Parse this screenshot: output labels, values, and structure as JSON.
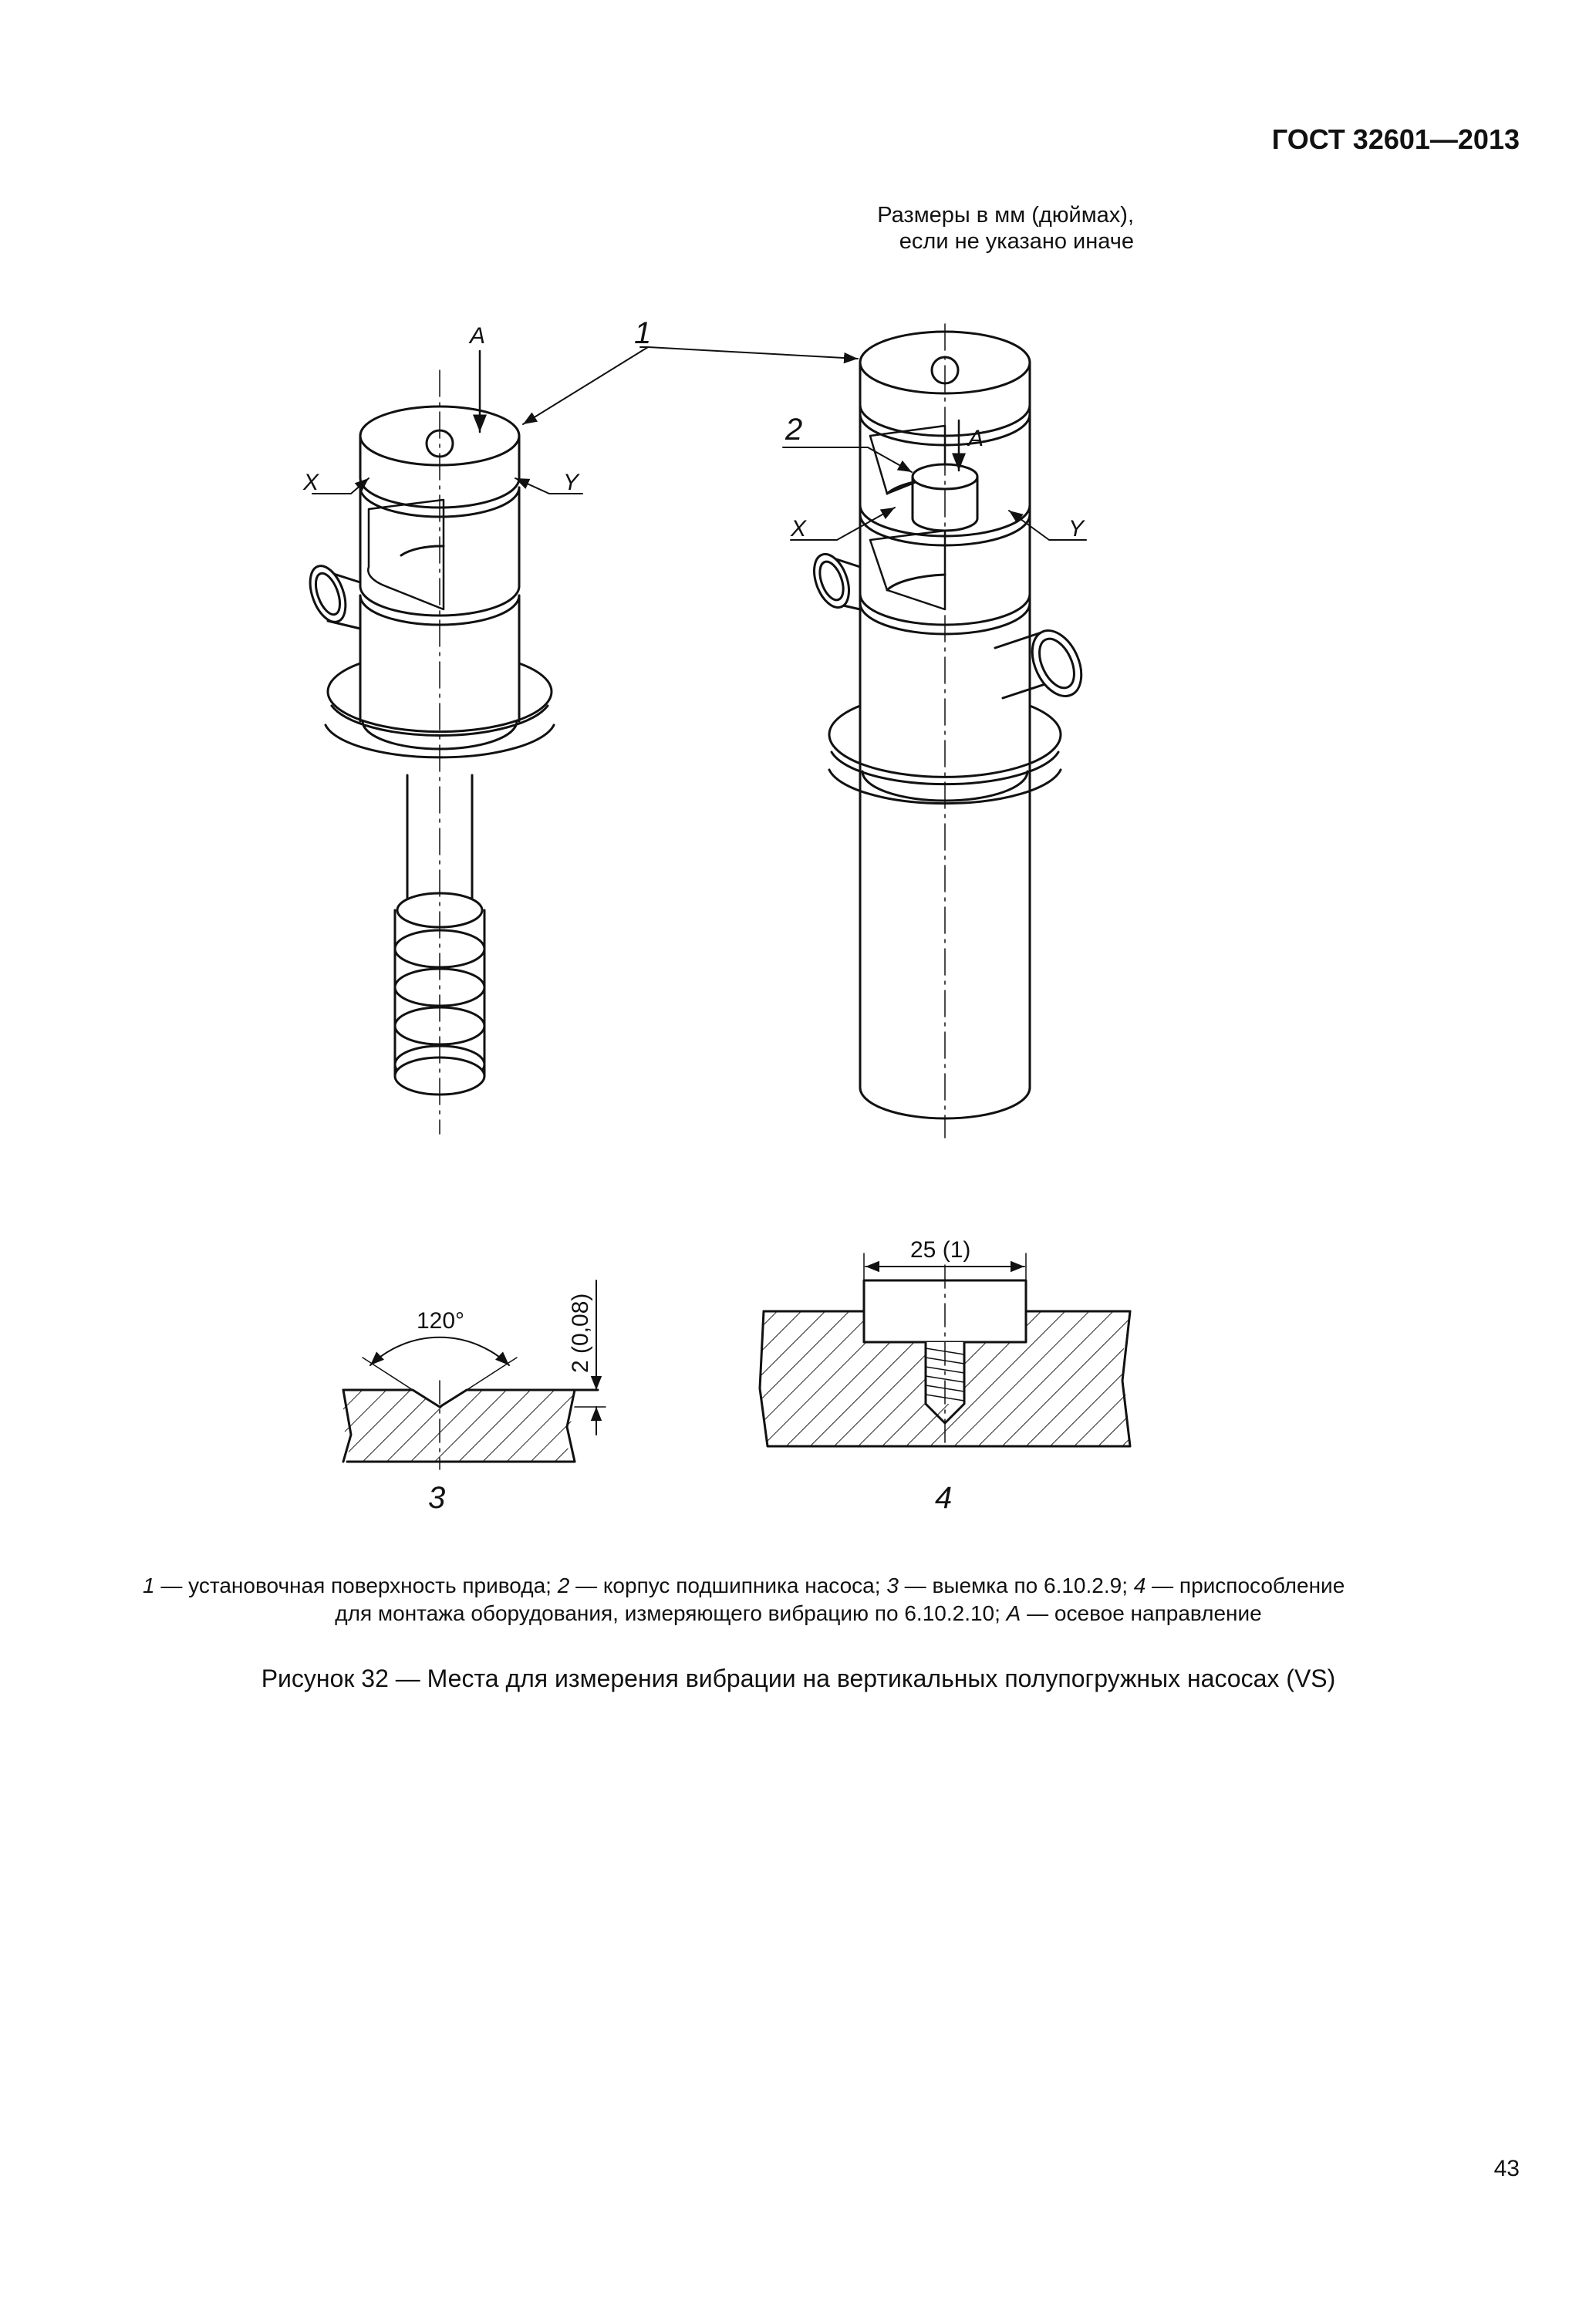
{
  "header": {
    "doc_code": "ГОСТ 32601—2013"
  },
  "dims_note": {
    "line1": "Размеры в мм (дюймах),",
    "line2": "если не указано иначе"
  },
  "figure": {
    "callout_1": "1",
    "callout_2": "2",
    "callout_3": "3",
    "callout_4": "4",
    "axis_a_left": "A",
    "axis_a_right": "A",
    "label_x_left": "X",
    "label_y_left": "Y",
    "label_x_right": "X",
    "label_y_right": "Y",
    "angle_dim": "120°",
    "depth_dim": "2 (0,08)",
    "width_dim": "25 (1)"
  },
  "legend": {
    "k1": "1",
    "t1": " — установочная поверхность привода; ",
    "k2": "2",
    "t2": " — корпус подшипника насоса; ",
    "k3": "3",
    "t3": " — выемка по 6.10.2.9; ",
    "k4": "4",
    "t4a": " — приспособление",
    "t4b": "для монтажа оборудования, измеряющего вибрацию по 6.10.2.10; ",
    "kA": "A",
    "tA": " — осевое направление"
  },
  "caption": "Рисунок 32 — Места для измерения вибрации на вертикальных полупогружных насосах (VS)",
  "page_number": "43"
}
